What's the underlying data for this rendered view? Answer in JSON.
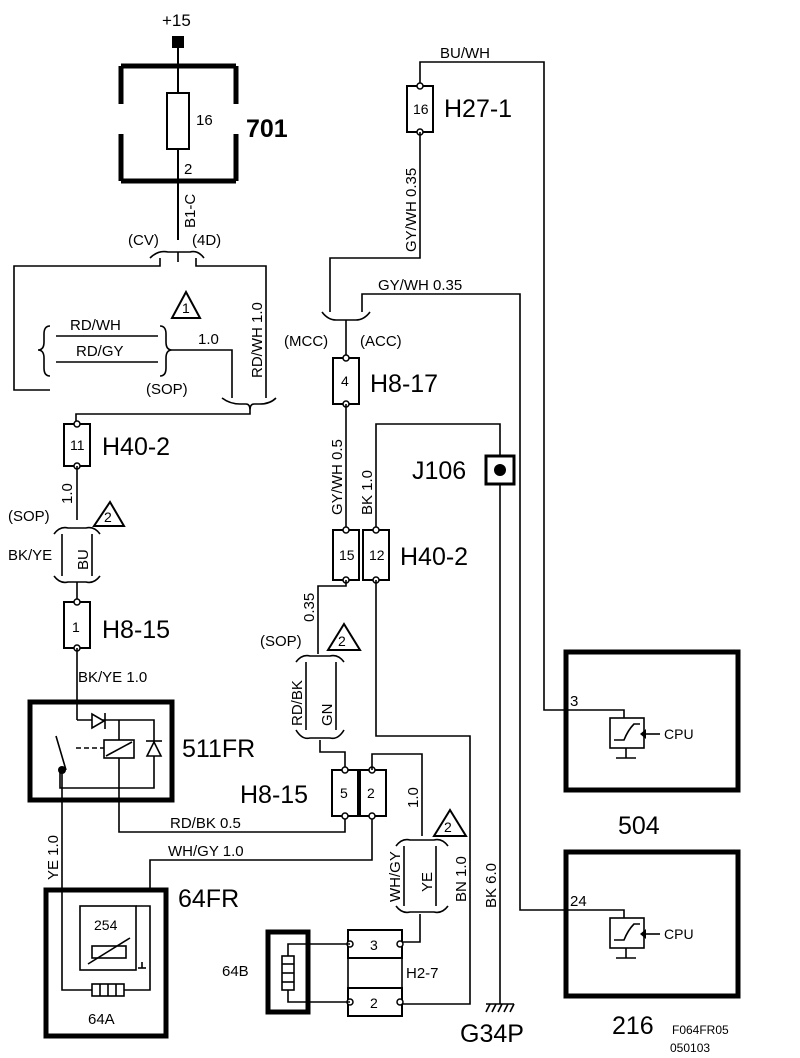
{
  "supply": "+15",
  "fuse_box": {
    "name": "701",
    "fuse_number": "16",
    "pin": "2"
  },
  "connectors": {
    "h27": {
      "name": "H27-1",
      "pin": "16"
    },
    "h8_17": {
      "name": "H8-17",
      "pin": "4"
    },
    "h40_2_left": {
      "name": "H40-2",
      "pin": "11"
    },
    "h8_15_top": {
      "name": "H8-15",
      "pin": "1"
    },
    "h40_2_right": {
      "name": "H40-2",
      "pin_a": "15",
      "pin_b": "12"
    },
    "h8_15_bottom": {
      "name": "H8-15",
      "pin_a": "5",
      "pin_b": "2"
    },
    "h2_7": {
      "name": "H2-7",
      "pin_a": "3",
      "pin_b": "2"
    }
  },
  "splice": {
    "name": "J106"
  },
  "components": {
    "relay": "511FR",
    "module_64fr": "64FR",
    "module_64fr_pin": "254",
    "heater_64a": "64A",
    "heater_64b": "64B",
    "ecu_504": {
      "name": "504",
      "pin": "3",
      "cpu": "CPU"
    },
    "ecu_216": {
      "name": "216",
      "pin": "24",
      "cpu": "CPU"
    }
  },
  "ground": "G34P",
  "wires": {
    "bu_wh": "BU/WH",
    "b1c": "B1-C",
    "cv": "(CV)",
    "d4": "(4D)",
    "gywh_035_vert": "GY/WH  0.35",
    "gywh_035_horiz": "GY/WH  0.35",
    "mcc": "(MCC)",
    "acc": "(ACC)",
    "rdwh": "RD/WH",
    "rdgy": "RD/GY",
    "v10_a": "1.0",
    "rdwh_10": "RD/WH 1.0",
    "sop1": "(SOP)",
    "gywh_05": "GY/WH  0.5",
    "bk_10": "BK 1.0",
    "v10_b": "1.0",
    "sop2": "(SOP)",
    "bkye": "BK/YE",
    "bu": "BU",
    "bkye_10": "BK/YE  1.0",
    "v035": "0.35",
    "sop3": "(SOP)",
    "rdbk": "RD/BK",
    "gn": "GN",
    "ye_10": "YE  1.0",
    "rdbk_05": "RD/BK  0.5",
    "whgy_10": "WH/GY 1.0",
    "v10_c": "1.0",
    "whgy": "WH/GY",
    "ye": "YE",
    "bn_10": "BN  1.0",
    "bk_60": "BK  6.0"
  },
  "notes": {
    "n1": "1",
    "n2a": "2",
    "n2b": "2",
    "n2c": "2"
  },
  "footer": {
    "code": "F064FR05",
    "date": "050103"
  }
}
